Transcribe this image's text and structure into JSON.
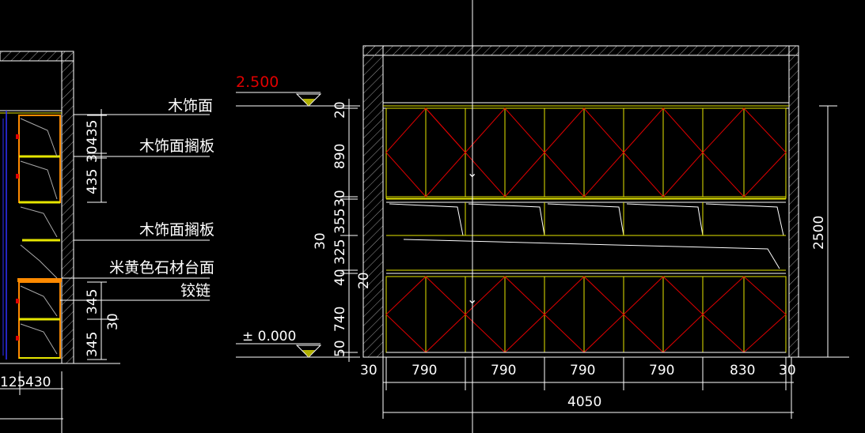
{
  "colors": {
    "background": "#000000",
    "wall": "#ffffff",
    "hatch": "#bbbbbb",
    "yellow": "#e6e600",
    "red": "#e00000",
    "orange": "#ff8a00",
    "blue": "#3030ff",
    "dim": "#ffffff"
  },
  "section_labels": {
    "wood_face": "木饰面",
    "wood_shelf_1": "木饰面搁板",
    "wood_shelf_2": "木饰面搁板",
    "stone_top": "米黄色石材台面",
    "hinge": "铰链"
  },
  "section_vertical_dims": {
    "d1": "435",
    "d2": "30",
    "d3": "435",
    "d4": "345",
    "d5": "30",
    "d6": "345"
  },
  "section_bottom_dims": {
    "d1": "125",
    "d2": "430"
  },
  "elevation_marks": {
    "top": "2.500",
    "bottom": "± 0.000"
  },
  "elevation_left_dims": {
    "d20a": "20",
    "d890": "890",
    "d30a": "30",
    "d355": "355",
    "d30b": "30",
    "d325": "325",
    "d40": "40",
    "d20b": "20",
    "d740": "740",
    "d50": "50"
  },
  "elevation_right_dim": "2500",
  "elevation_bottom_dims": [
    "30",
    "790",
    "790",
    "790",
    "790",
    "830",
    "30"
  ],
  "elevation_total_width": "4050"
}
